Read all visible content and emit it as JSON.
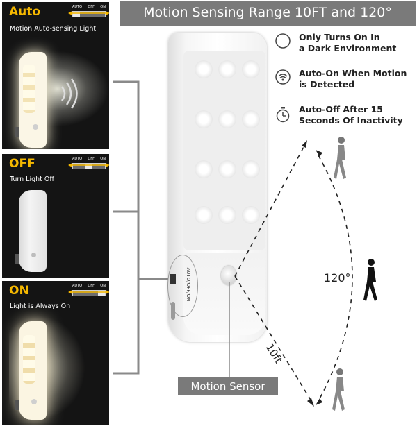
{
  "header": {
    "title": "Motion Sensing Range 10FT and 120°"
  },
  "modes": [
    {
      "title": "Auto",
      "description": "Motion Auto-sensing Light",
      "switch_labels": [
        "AUTO",
        "OFF",
        "ON"
      ],
      "switch_position": "auto"
    },
    {
      "title": "OFF",
      "description": "Turn Light Off",
      "switch_labels": [
        "AUTO",
        "OFF",
        "ON"
      ],
      "switch_position": "off"
    },
    {
      "title": "ON",
      "description": "Light is Always On",
      "switch_labels": [
        "AUTO",
        "OFF",
        "ON"
      ],
      "switch_position": "on"
    }
  ],
  "features": [
    {
      "icon": "moon-icon",
      "line1": "Only Turns On In",
      "line2": "a Dark Environment"
    },
    {
      "icon": "wifi-signal-icon",
      "line1": "Auto-On When Motion",
      "line2": "is Detected"
    },
    {
      "icon": "stopwatch-icon",
      "line1": "Auto-Off After 15",
      "line2": "Seconds Of Inactivity"
    }
  ],
  "device": {
    "switch_label": "AUTO/OFF/ON"
  },
  "diagram": {
    "angle_label": "120°",
    "distance_label": "10ft"
  },
  "motion_sensor_label": "Motion Sensor",
  "colors": {
    "accent_yellow": "#f5b800",
    "header_gray": "#7a7a7a",
    "panel_black": "#141414"
  }
}
